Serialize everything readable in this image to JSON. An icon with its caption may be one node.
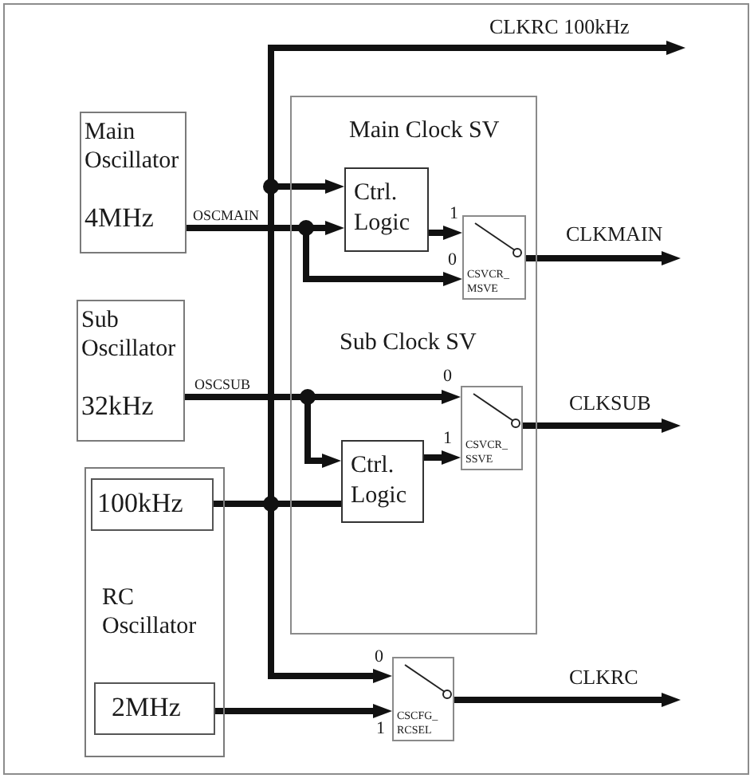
{
  "diagram": {
    "nodes": [
      {
        "text": [
          "Main Oscillator",
          "4MHz"
        ]
      },
      {
        "text": [
          "Sub Oscillator",
          "32kHz"
        ]
      },
      {
        "text": [
          "RC Oscillator"
        ]
      },
      {
        "text": [
          "100kHz"
        ],
        "in": 2
      },
      {
        "text": [
          "2MHz"
        ],
        "in": 2
      },
      {
        "text": [
          "Main Clock SV",
          "Sub Clock SV"
        ]
      },
      {
        "text": [
          "Ctrl. Logic"
        ],
        "in": 5
      },
      {
        "text": [
          "CSVCR_ MSVE"
        ],
        "in": 5
      },
      {
        "text": [
          "Ctrl. Logic"
        ],
        "in": 5
      },
      {
        "text": [
          "CSVCR_ SSVE"
        ],
        "in": 5
      },
      {
        "text": [
          "CSCFG_ RCSEL"
        ]
      }
    ],
    "edges": [
      {
        "from": 3,
        "to": null,
        "arrow": "to",
        "label": "CLKRC 100kHz"
      },
      {
        "from": 3,
        "to": 6,
        "arrow": "to"
      },
      {
        "from": 0,
        "to": 6,
        "arrow": "to",
        "label": "OSCMAIN"
      },
      {
        "from": 0,
        "to": 7,
        "arrow": "to",
        "label": "0"
      },
      {
        "from": 6,
        "to": 7,
        "arrow": "to",
        "label": "1"
      },
      {
        "from": 7,
        "to": null,
        "arrow": "to",
        "label": "CLKMAIN"
      },
      {
        "from": 1,
        "to": 9,
        "arrow": "to",
        "label": "0"
      },
      {
        "from": 1,
        "to": 8,
        "arrow": "to",
        "label": "OSCSUB"
      },
      {
        "from": 8,
        "to": 9,
        "arrow": "to",
        "label": "1"
      },
      {
        "from": 9,
        "to": null,
        "arrow": "to",
        "label": "CLKSUB"
      },
      {
        "from": 3,
        "to": 8,
        "arrow": "none"
      },
      {
        "from": 3,
        "to": 10,
        "arrow": "to",
        "label": "0"
      },
      {
        "from": 4,
        "to": 10,
        "arrow": "to",
        "label": "1"
      },
      {
        "from": 10,
        "to": null,
        "arrow": "to",
        "label": "CLKRC"
      }
    ]
  }
}
